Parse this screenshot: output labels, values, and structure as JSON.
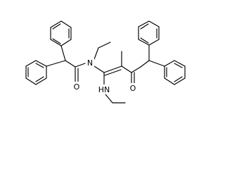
{
  "labels": {
    "N_amide": "N",
    "O_amide": "O",
    "NH_amine": "HN",
    "O_ketone": "O"
  }
}
